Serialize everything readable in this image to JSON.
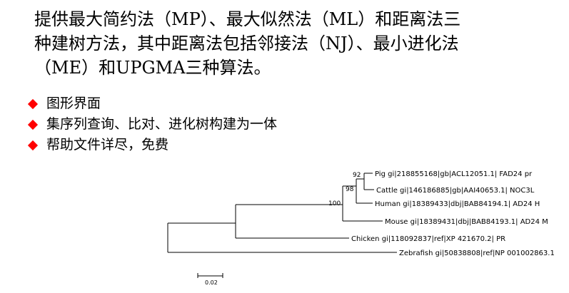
{
  "intro_lines": [
    "提供最大简约法（MP）、最大似然法（ML）和距离法三",
    "种建树方法，其中距离法包括邻接法（NJ）、最小进化法",
    "（ME）和UPGMA三种算法。"
  ],
  "bullets": [
    "图形界面",
    "集序列查询、比对、进化树构建为一体",
    "帮助文件详尽，免费"
  ],
  "tree": {
    "taxa": [
      "Pig gi|218855168|gb|ACL12051.1| FAD24 pr",
      "Cattle gi|146186885|gb|AAI40653.1| NOC3L",
      "Human gi|18389433|dbj|BAB84194.1| AD24 H",
      "Mouse gi|18389431|dbj|BAB84193.1| AD24 M",
      "Chicken gi|118092837|ref|XP 421670.2| PR",
      "Zebrafish gi|50838808|ref|NP 001002863.1"
    ],
    "support_values": [
      "92",
      "98",
      "100"
    ],
    "scale_label": "0.02",
    "accent_color": "#ff0000"
  }
}
